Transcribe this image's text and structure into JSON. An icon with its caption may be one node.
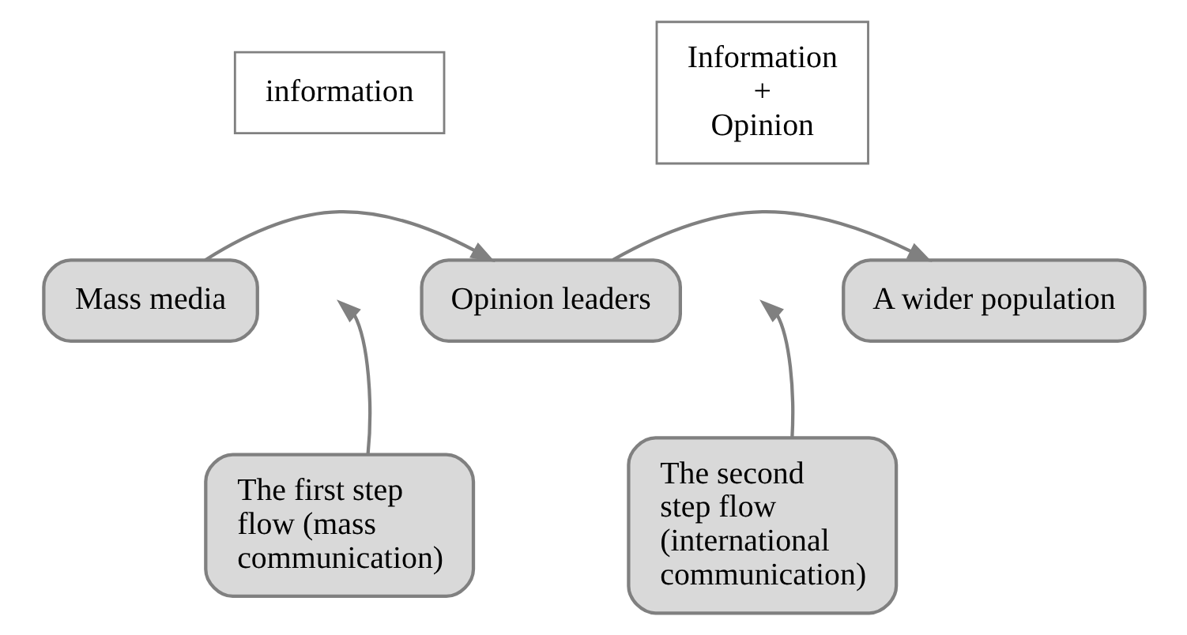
{
  "diagram": {
    "nodes": [
      {
        "text": [
          "Mass media"
        ]
      },
      {
        "text": [
          "Opinion leaders"
        ]
      },
      {
        "text": [
          "A wider population"
        ]
      },
      {
        "text": [
          "information"
        ]
      },
      {
        "text": [
          "Information + Opinion"
        ]
      },
      {
        "text": [
          "The first step flow (mass communication)"
        ]
      },
      {
        "text": [
          "The second step flow (international communication)"
        ]
      }
    ],
    "edges": [
      {
        "from": 0,
        "to": 1,
        "arrow": "to"
      },
      {
        "from": 1,
        "to": 2,
        "arrow": "to"
      },
      {
        "from": 5,
        "to": null,
        "arrow": "to"
      },
      {
        "from": 6,
        "to": null,
        "arrow": "to"
      }
    ]
  }
}
